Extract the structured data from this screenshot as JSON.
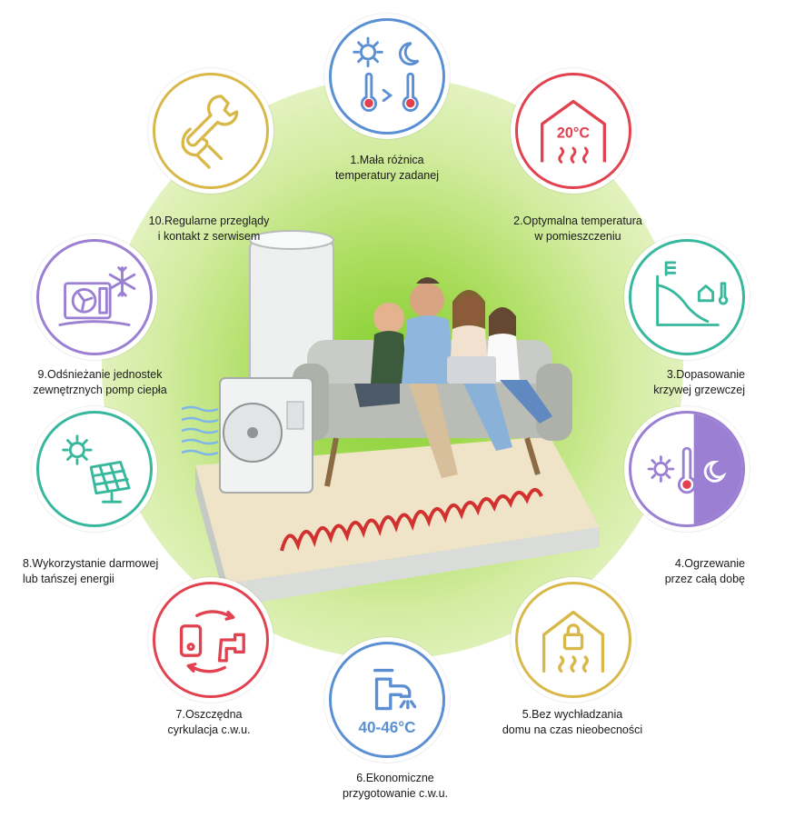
{
  "colors": {
    "blue": "#5b8fd3",
    "red": "#e2424f",
    "teal": "#37b89d",
    "purple": "#9a7fd2",
    "gold": "#d9b84a",
    "green": "#7fcd2b"
  },
  "items": [
    {
      "number": "1",
      "label": "1.Mała różnica\ntemperatury zadanej",
      "icon": "sun-moon-thermometers-icon",
      "color": "blue"
    },
    {
      "number": "2",
      "label": "2.Optymalna temperatura\nw pomieszczeniu",
      "icon": "house-20c-icon",
      "color": "red",
      "badge": "20°C"
    },
    {
      "number": "3",
      "label": "3.Dopasowanie\nkrzywej grzewczej",
      "icon": "heating-curve-icon",
      "color": "teal"
    },
    {
      "number": "4",
      "label": "4.Ogrzewanie\nprzez całą dobę",
      "icon": "day-night-thermometer-icon",
      "color": "purple"
    },
    {
      "number": "5",
      "label": "5.Bez wychładzania\ndomu na czas nieobecności",
      "icon": "locked-house-icon",
      "color": "gold"
    },
    {
      "number": "6",
      "label": "6.Ekonomiczne\nprzygotowanie c.w.u.",
      "icon": "faucet-temperature-icon",
      "color": "blue",
      "badge": "40-46°C"
    },
    {
      "number": "7",
      "label": "7.Oszczędna\ncyrkulacja c.w.u.",
      "icon": "boiler-circulation-icon",
      "color": "red"
    },
    {
      "number": "8",
      "label": "8.Wykorzystanie darmowej\nlub tańszej energii",
      "icon": "solar-panel-icon",
      "color": "teal"
    },
    {
      "number": "9",
      "label": "9.Odśnieżanie jednostek\nzewnętrznych pomp ciepła",
      "icon": "defrost-unit-icon",
      "color": "purple"
    },
    {
      "number": "10",
      "label": "10.Regularne przeglądy\ni kontakt z serwisem",
      "icon": "wrench-hand-icon",
      "color": "gold"
    }
  ]
}
